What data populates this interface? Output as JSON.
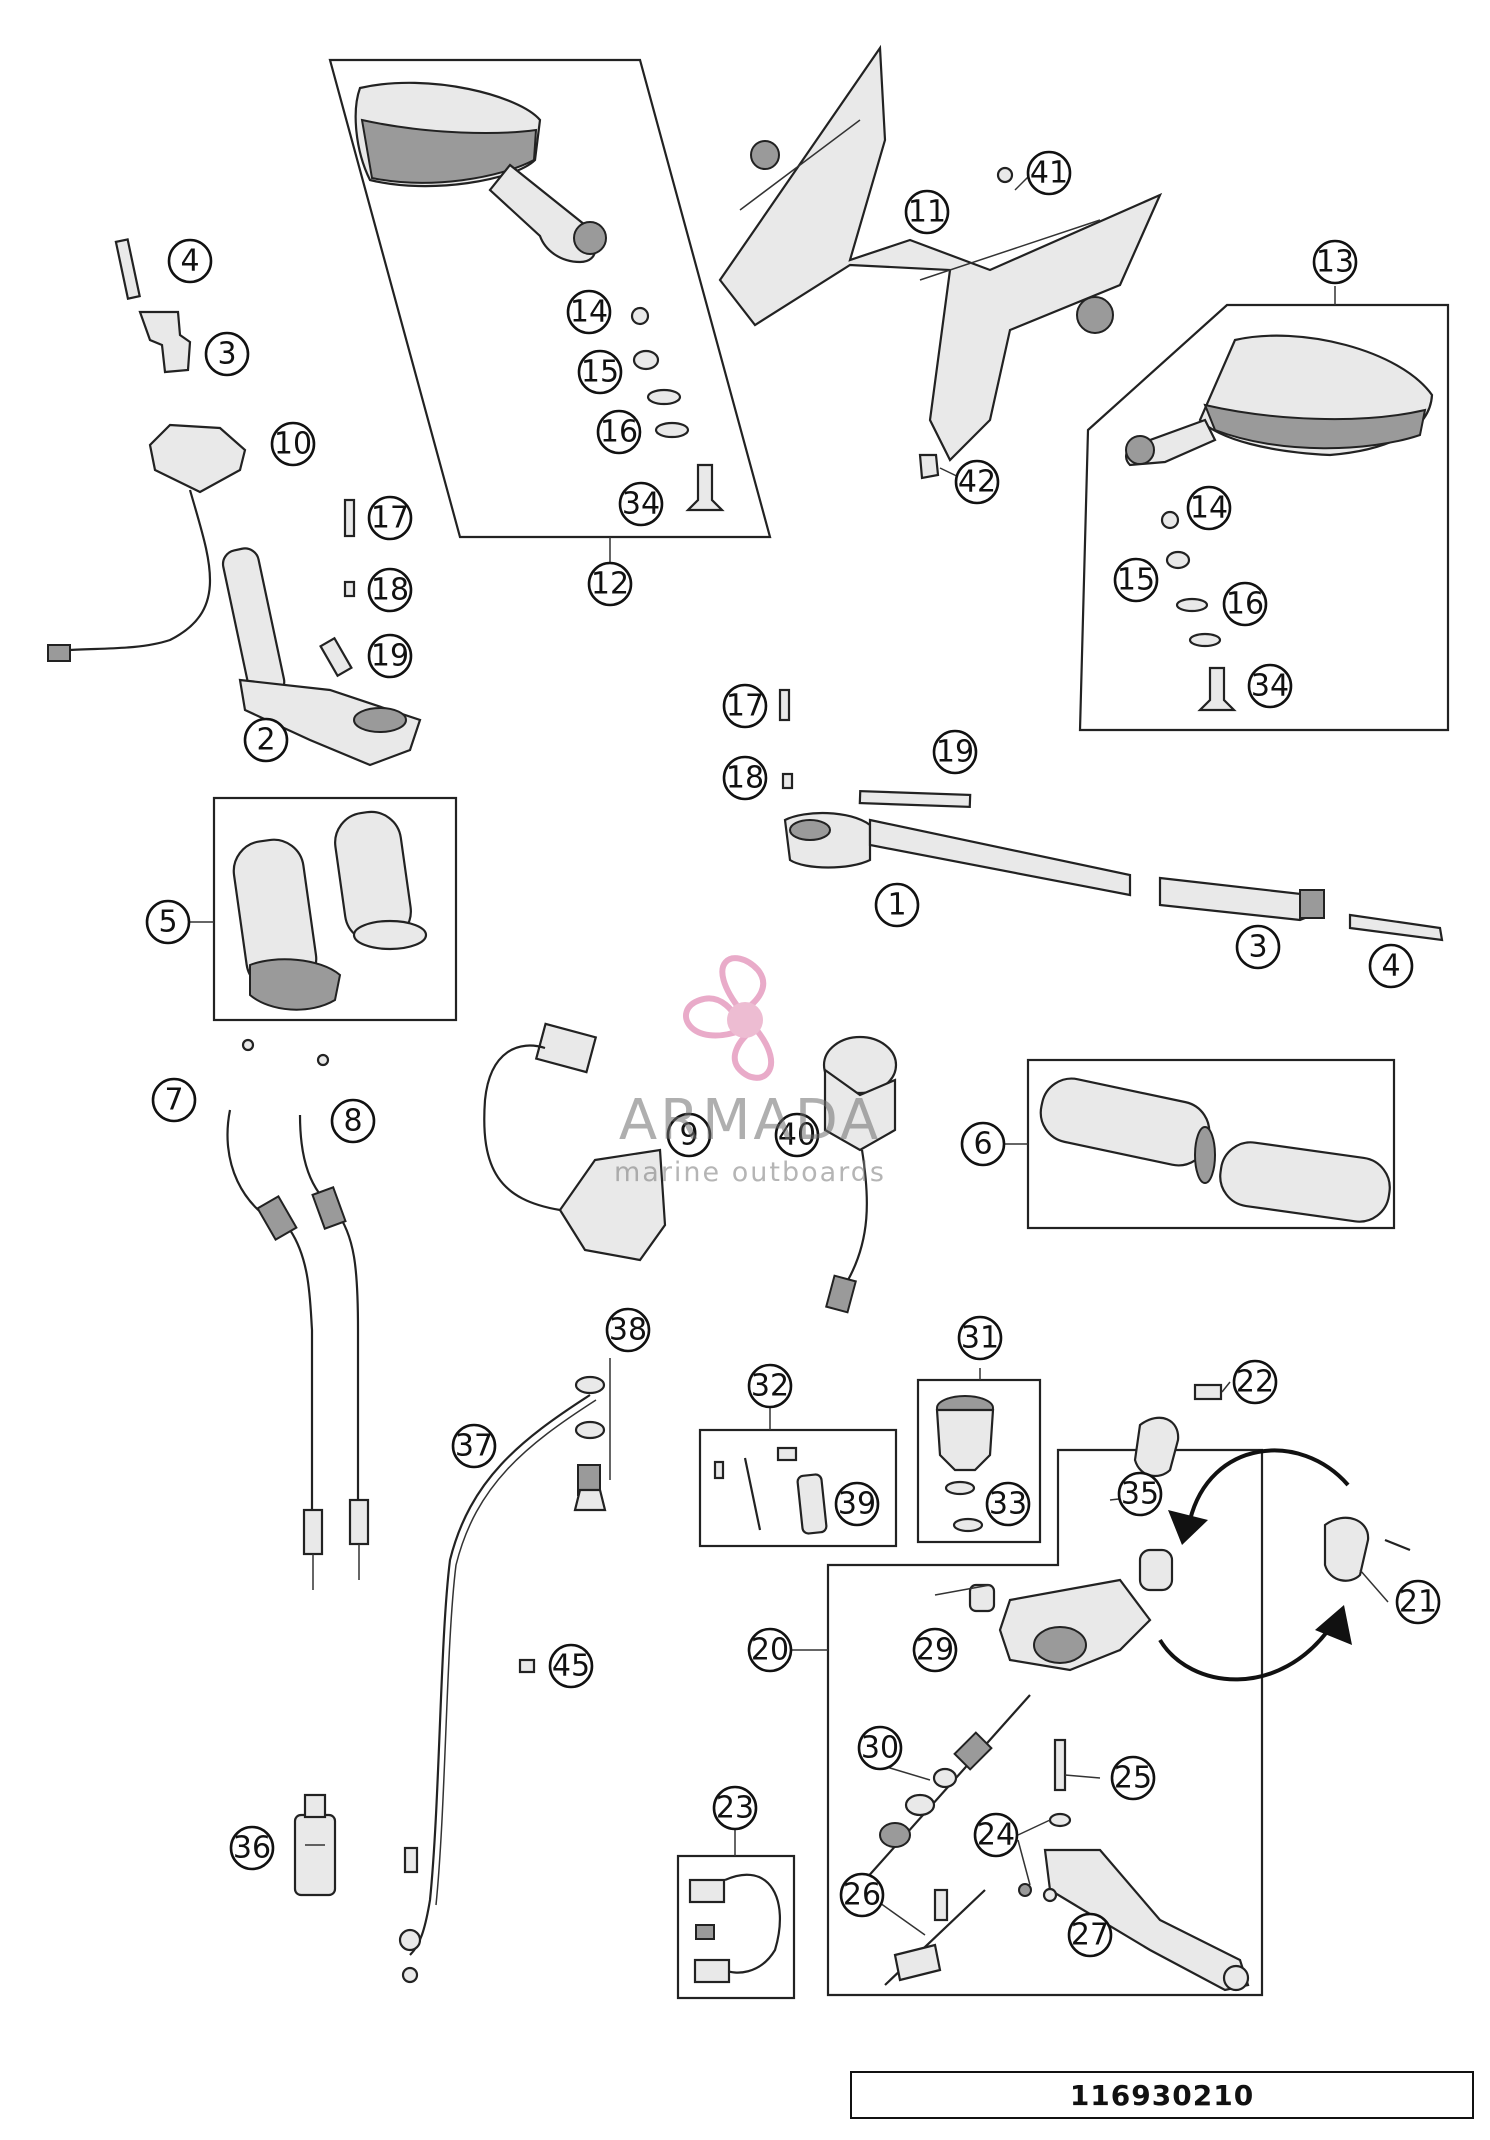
{
  "diagram": {
    "drawing_number": "116930210",
    "watermark": {
      "brand": "ARMADA",
      "tagline": "marine outboards",
      "logo": "propeller-logo",
      "logo_color": "#e8a6c4"
    },
    "callouts": [
      "1",
      "2",
      "3",
      "4",
      "5",
      "6",
      "7",
      "8",
      "9",
      "10",
      "11",
      "12",
      "13",
      "14",
      "15",
      "16",
      "17",
      "18",
      "19",
      "20",
      "21",
      "22",
      "23",
      "24",
      "25",
      "26",
      "27",
      "29",
      "30",
      "31",
      "32",
      "33",
      "34",
      "35",
      "36",
      "37",
      "38",
      "39",
      "40",
      "41",
      "42",
      "45"
    ]
  }
}
